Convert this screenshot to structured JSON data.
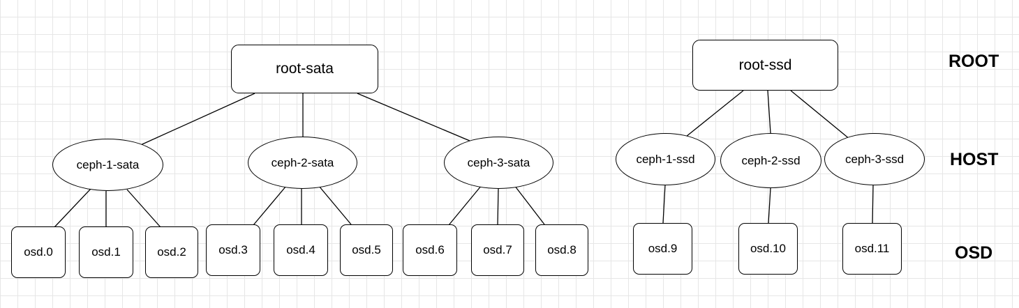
{
  "roots": [
    {
      "id": "root-sata",
      "label": "root-sata"
    },
    {
      "id": "root-ssd",
      "label": "root-ssd"
    }
  ],
  "hosts": [
    {
      "id": "ceph-1-sata",
      "label": "ceph-1-sata",
      "parent": "root-sata"
    },
    {
      "id": "ceph-2-sata",
      "label": "ceph-2-sata",
      "parent": "root-sata"
    },
    {
      "id": "ceph-3-sata",
      "label": "ceph-3-sata",
      "parent": "root-sata"
    },
    {
      "id": "ceph-1-ssd",
      "label": "ceph-1-ssd",
      "parent": "root-ssd"
    },
    {
      "id": "ceph-2-ssd",
      "label": "ceph-2-ssd",
      "parent": "root-ssd"
    },
    {
      "id": "ceph-3-ssd",
      "label": "ceph-3-ssd",
      "parent": "root-ssd"
    }
  ],
  "osds": [
    {
      "id": "osd0",
      "label": "osd.0",
      "parent": "ceph-1-sata"
    },
    {
      "id": "osd1",
      "label": "osd.1",
      "parent": "ceph-1-sata"
    },
    {
      "id": "osd2",
      "label": "osd.2",
      "parent": "ceph-1-sata"
    },
    {
      "id": "osd3",
      "label": "osd.3",
      "parent": "ceph-2-sata"
    },
    {
      "id": "osd4",
      "label": "osd.4",
      "parent": "ceph-2-sata"
    },
    {
      "id": "osd5",
      "label": "osd.5",
      "parent": "ceph-2-sata"
    },
    {
      "id": "osd6",
      "label": "osd.6",
      "parent": "ceph-3-sata"
    },
    {
      "id": "osd7",
      "label": "osd.7",
      "parent": "ceph-3-sata"
    },
    {
      "id": "osd8",
      "label": "osd.8",
      "parent": "ceph-3-sata"
    },
    {
      "id": "osd9",
      "label": "osd.9",
      "parent": "ceph-1-ssd"
    },
    {
      "id": "osd10",
      "label": "osd.10",
      "parent": "ceph-2-ssd"
    },
    {
      "id": "osd11",
      "label": "osd.11",
      "parent": "ceph-3-ssd"
    }
  ],
  "levels": {
    "root": "ROOT",
    "host": "HOST",
    "osd": "OSD"
  }
}
